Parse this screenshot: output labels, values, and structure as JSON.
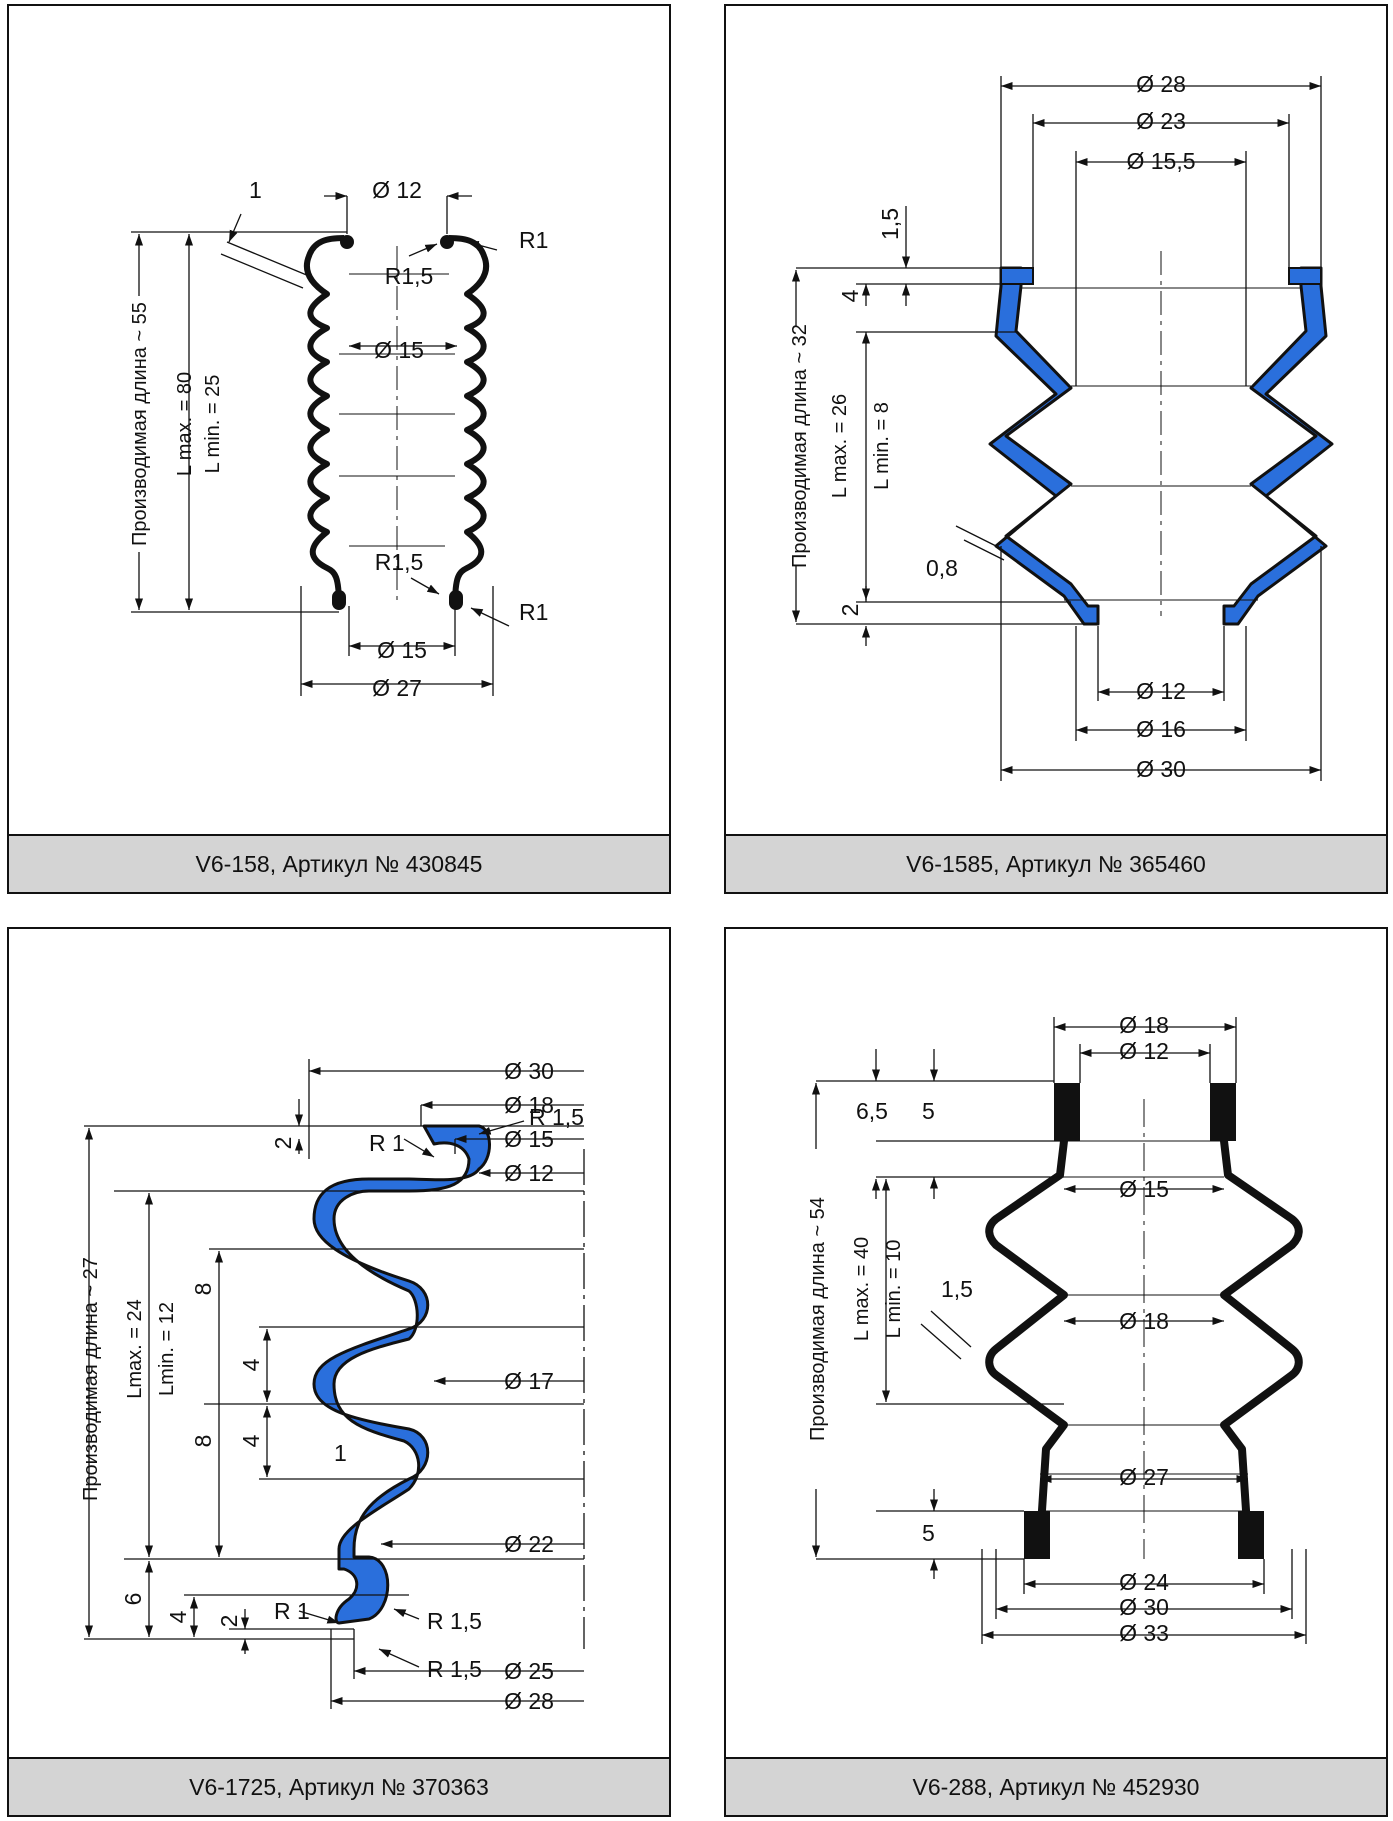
{
  "colors": {
    "accent": "#2a6fdc",
    "line": "#111111",
    "caption_bg": "#d4d4d4"
  },
  "panels": [
    {
      "caption": "V6-158, Артикул № 430845",
      "labels": {
        "d_top": "Ø 12",
        "d_mid": "Ø 15",
        "d_bot": "Ø 15",
        "d_out": "Ø 27",
        "r_top_in": "R1,5",
        "r_top": "R1",
        "r_bot_in": "R1,5",
        "r_bot": "R1",
        "wall": "1",
        "prod_len": "Производимая длина ~ 55",
        "lmax": "L max. = 80",
        "lmin": "L min. = 25"
      }
    },
    {
      "caption": "V6-1585, Артикул № 365460",
      "labels": {
        "d28": "Ø 28",
        "d23": "Ø 23",
        "d155": "Ø 15,5",
        "d12": "Ø 12",
        "d16": "Ø 16",
        "d30": "Ø 30",
        "t15": "1,5",
        "t4": "4",
        "t2": "2",
        "wall": "0,8",
        "prod_len": "Производимая длина ~ 32",
        "lmax": "L max. = 26",
        "lmin": "L min. = 8"
      }
    },
    {
      "caption": "V6-1725, Артикул № 370363",
      "labels": {
        "d30": "Ø 30",
        "d18": "Ø 18",
        "d15": "Ø 15",
        "d12": "Ø 12",
        "d17": "Ø 17",
        "d22": "Ø 22",
        "d25": "Ø 25",
        "d28": "Ø 28",
        "r15_top": "R 1,5",
        "r1_top": "R 1",
        "r1_bot": "R 1",
        "r15_bot1": "R 1,5",
        "r15_bot2": "R 1,5",
        "t2_top": "2",
        "t8a": "8",
        "t4a": "4",
        "t4b": "4",
        "t8b": "8",
        "t6": "6",
        "t4c": "4",
        "t2c": "2",
        "wall": "1",
        "prod_len": "Производимая длина ~ 27",
        "lmax": "Lmax. = 24",
        "lmin": "Lmin. = 12"
      }
    },
    {
      "caption": "V6-288, Артикул № 452930",
      "labels": {
        "d18_top": "Ø 18",
        "d12": "Ø 12",
        "d15": "Ø 15",
        "d18_mid": "Ø 18",
        "d27": "Ø 27",
        "d24": "Ø 24",
        "d30": "Ø 30",
        "d33": "Ø 33",
        "t65": "6,5",
        "t5_top": "5",
        "t5_bot": "5",
        "wall": "1,5",
        "prod_len": "Производимая длина ~ 54",
        "lmax": "L max. = 40",
        "lmin": "L min. = 10"
      }
    }
  ]
}
